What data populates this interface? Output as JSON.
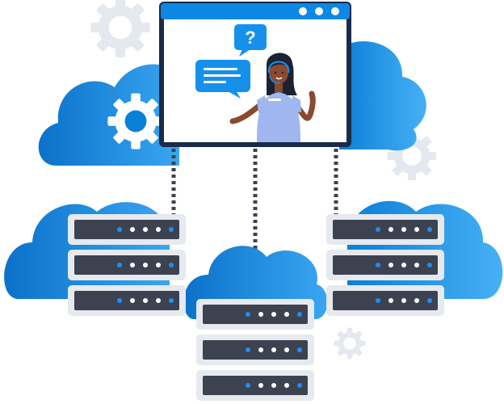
{
  "illustration": {
    "subject": "cloud-hosting-customer-support",
    "colors": {
      "cloud_dark": "#0a7fd8",
      "cloud_light": "#3aa6f2",
      "server_body": "#e6e9ee",
      "server_slot": "#3d4250",
      "led_blue": "#1f8ef1",
      "led_white": "#ffffff",
      "window_frame": "#1b2a4a",
      "window_bar": "#0c87e3",
      "gear": "#e4e9f0",
      "cable": "#3d4250",
      "bubble": "#1591ec",
      "shirt": "#9fb6ef",
      "skin": "#8a4a2f",
      "hair": "#1d2233"
    },
    "window": {
      "bar_dots": 3,
      "question_bubble": {
        "symbol": "?"
      },
      "text_bubble": {
        "lines": 3
      }
    },
    "servers": [
      {
        "id": "left",
        "units": 3
      },
      {
        "id": "center",
        "units": 3
      },
      {
        "id": "right",
        "units": 3
      }
    ],
    "gears": [
      "top-left",
      "mid-left",
      "right",
      "bottom-right"
    ],
    "icons": {
      "gear": "gear-icon",
      "cloud": "cloud-icon",
      "server": "server-rack-icon",
      "chat": "chat-bubble-icon",
      "question": "question-bubble-icon",
      "agent": "support-agent-avatar"
    }
  }
}
